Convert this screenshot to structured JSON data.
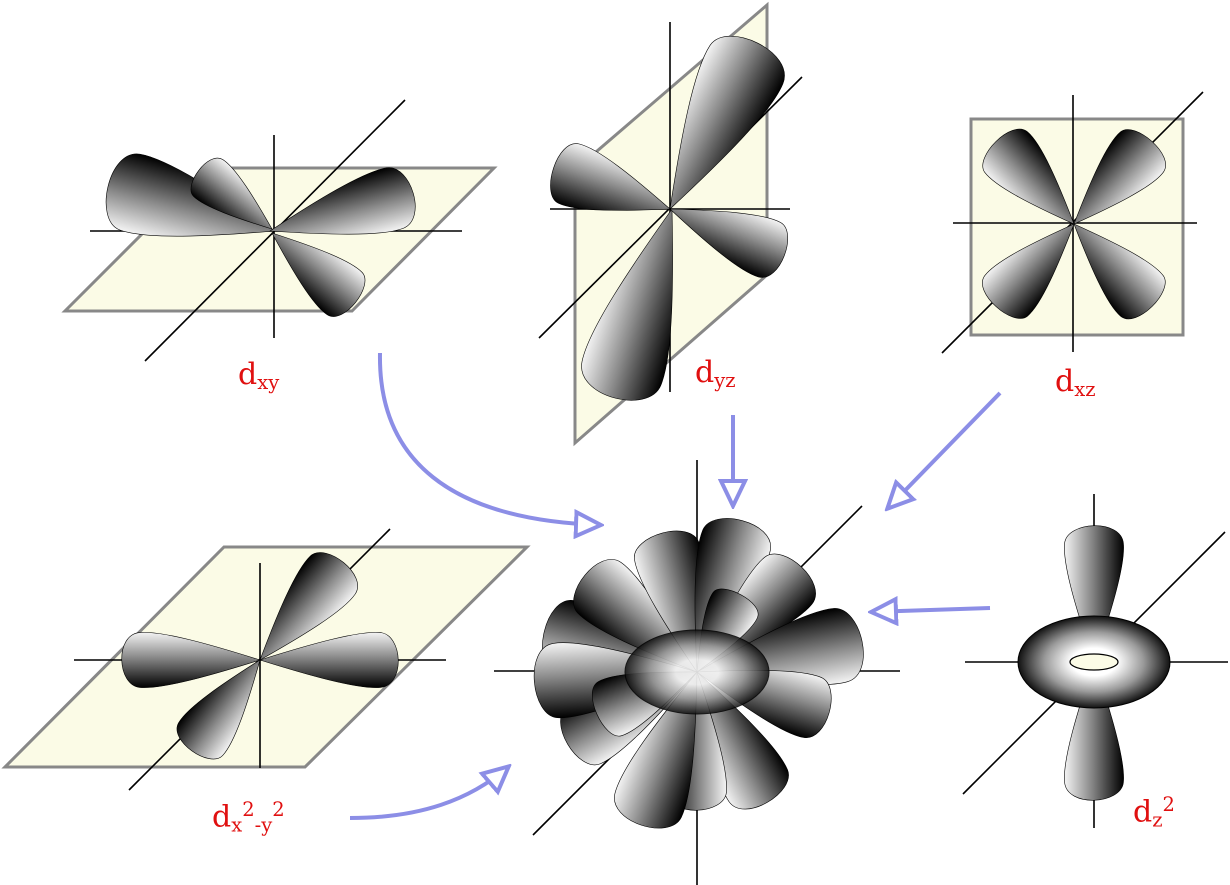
{
  "colors": {
    "plane_fill": "#fbfbe6",
    "plane_stroke": "#888888",
    "axis": "#000000",
    "arrow": "#8c8ee6",
    "label": "#e01010",
    "lobe_dark": "#000000",
    "lobe_light": "#f2f2f2"
  },
  "labels": {
    "dxy": {
      "base": "d",
      "sub": "xy"
    },
    "dyz": {
      "base": "d",
      "sub": "yz"
    },
    "dxz": {
      "base": "d",
      "sub": "xz"
    },
    "dx2y2": {
      "base": "d",
      "sub1": "x",
      "sup1": "2",
      "sep": "-",
      "sub2": "y",
      "sup2": "2"
    },
    "dz2": {
      "base": "d",
      "sub": "z",
      "sup": "2"
    }
  }
}
